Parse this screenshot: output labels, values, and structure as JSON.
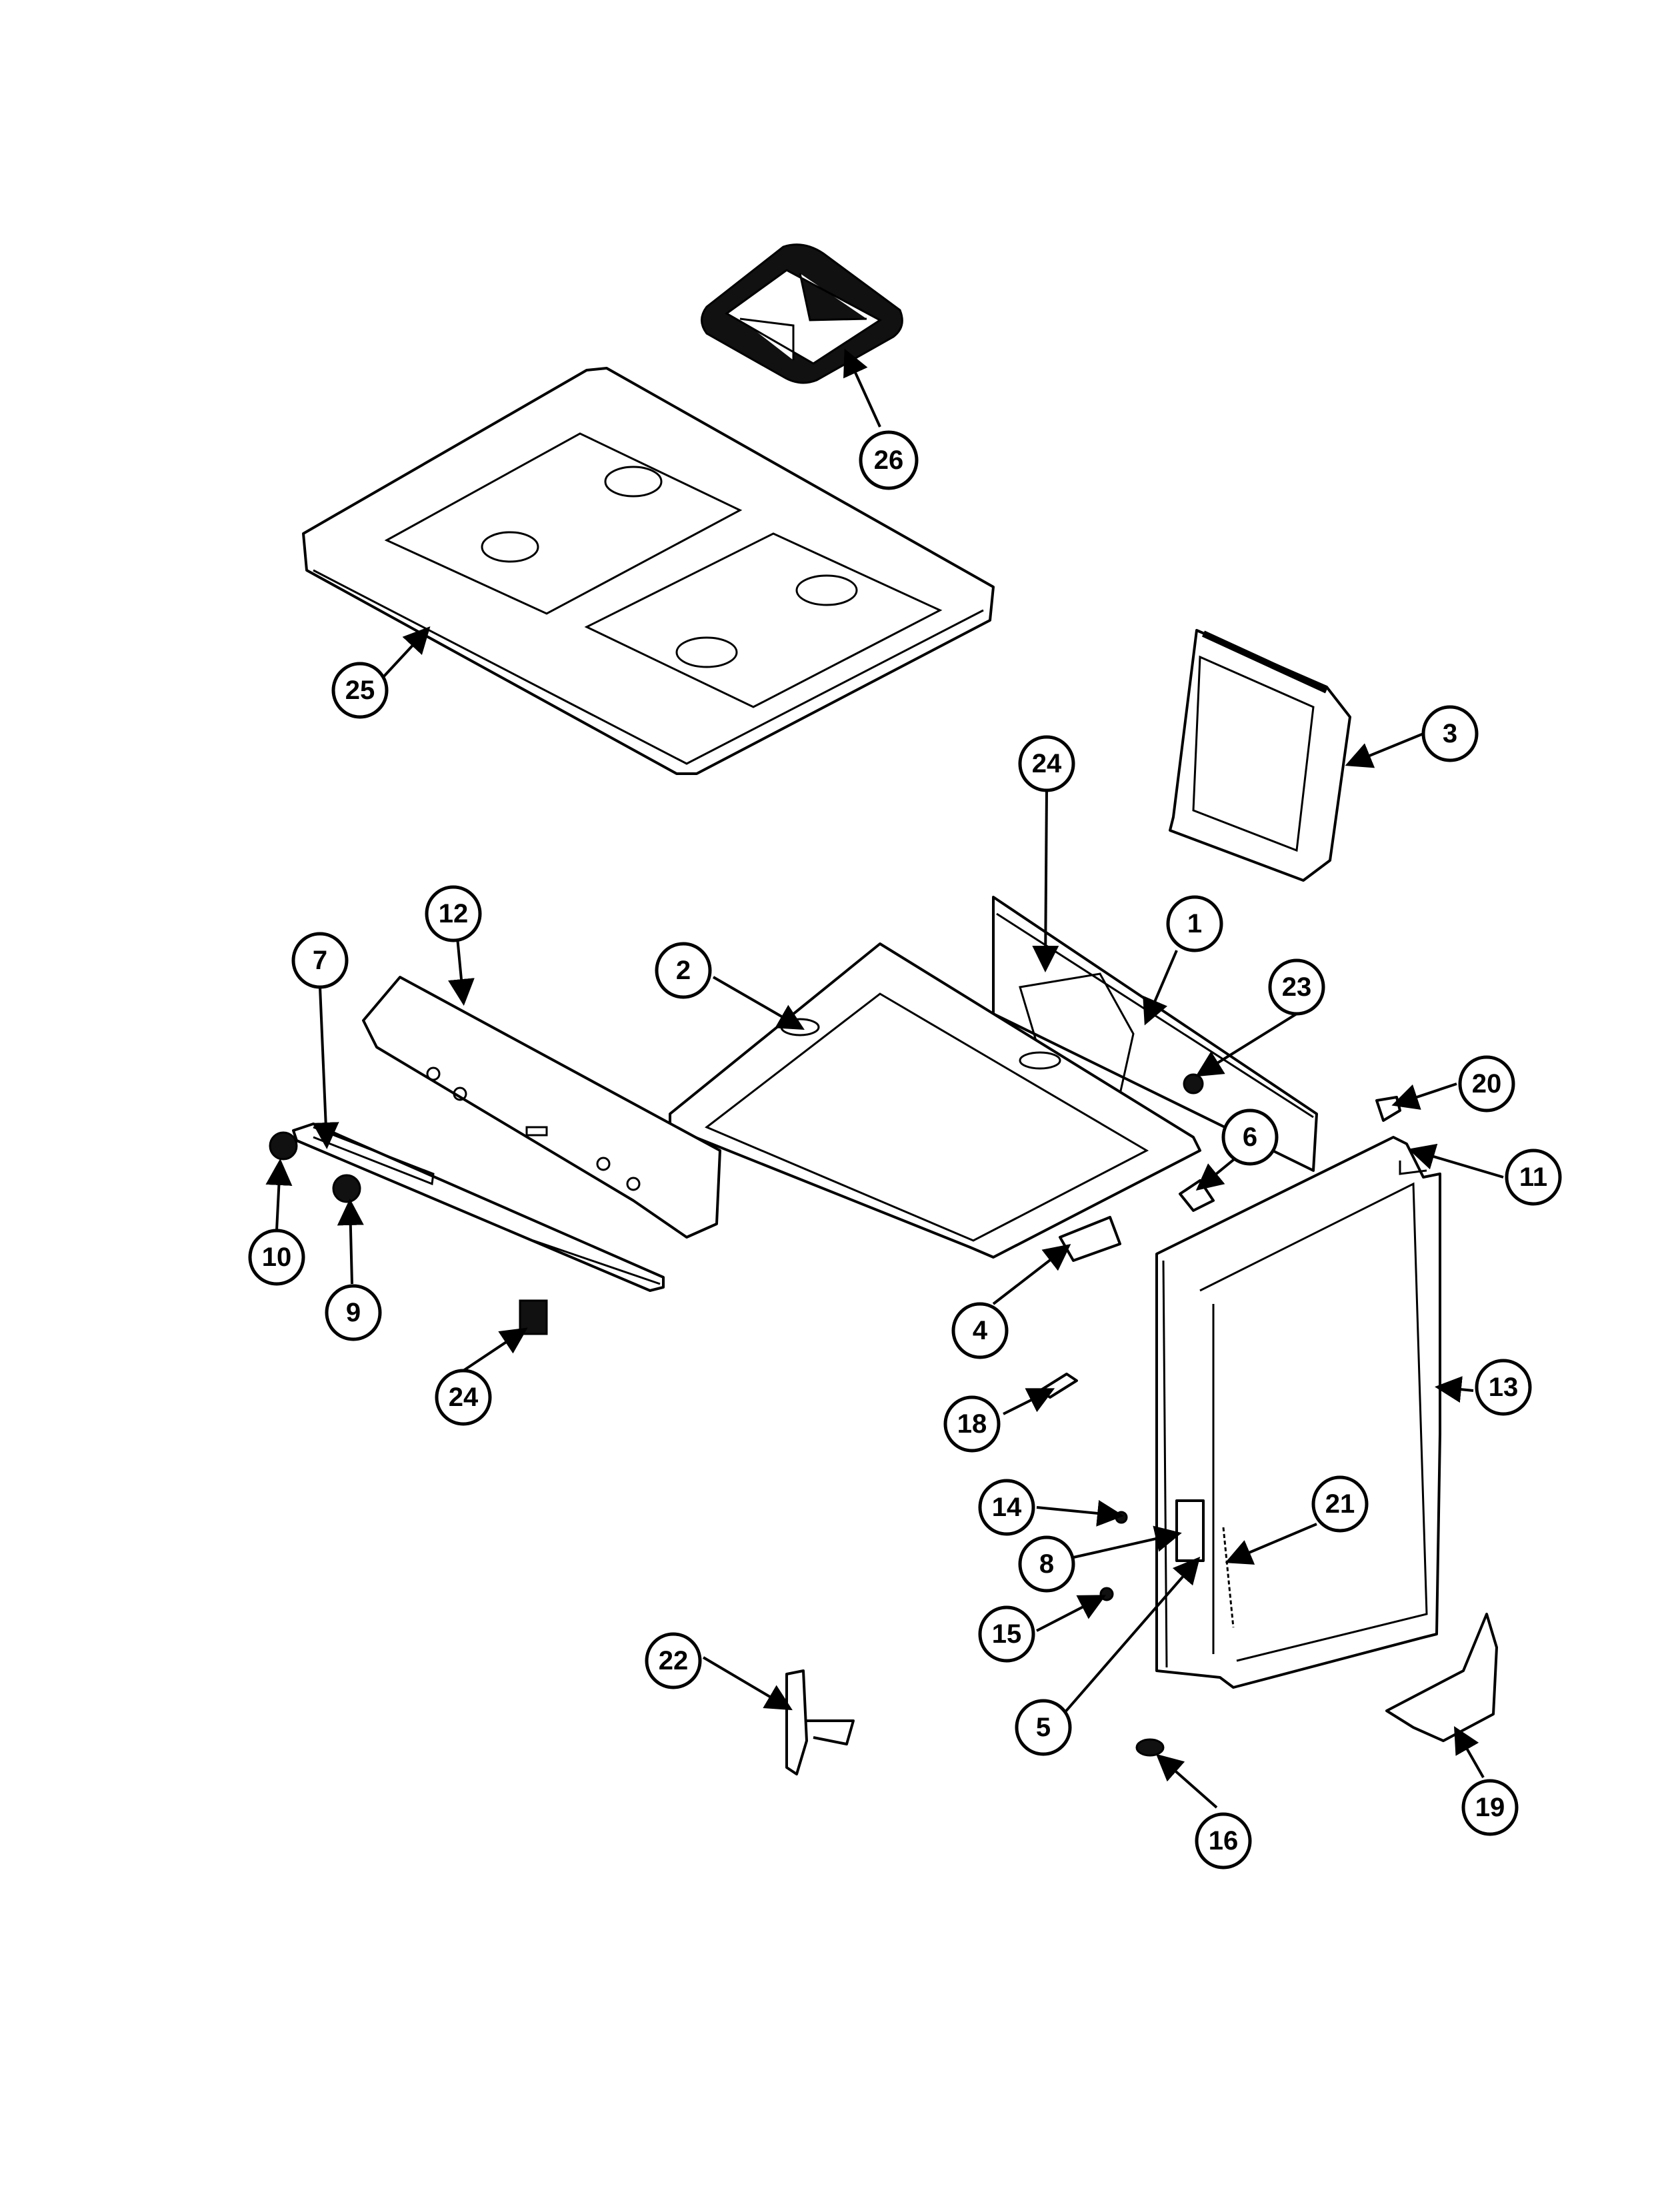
{
  "callouts": [
    "26",
    "25",
    "3",
    "24",
    "1",
    "12",
    "7",
    "2",
    "23",
    "20",
    "6",
    "11",
    "10",
    "9",
    "4",
    "13",
    "24",
    "18",
    "14",
    "21",
    "8",
    "15",
    "5",
    "22",
    "19",
    "16"
  ]
}
